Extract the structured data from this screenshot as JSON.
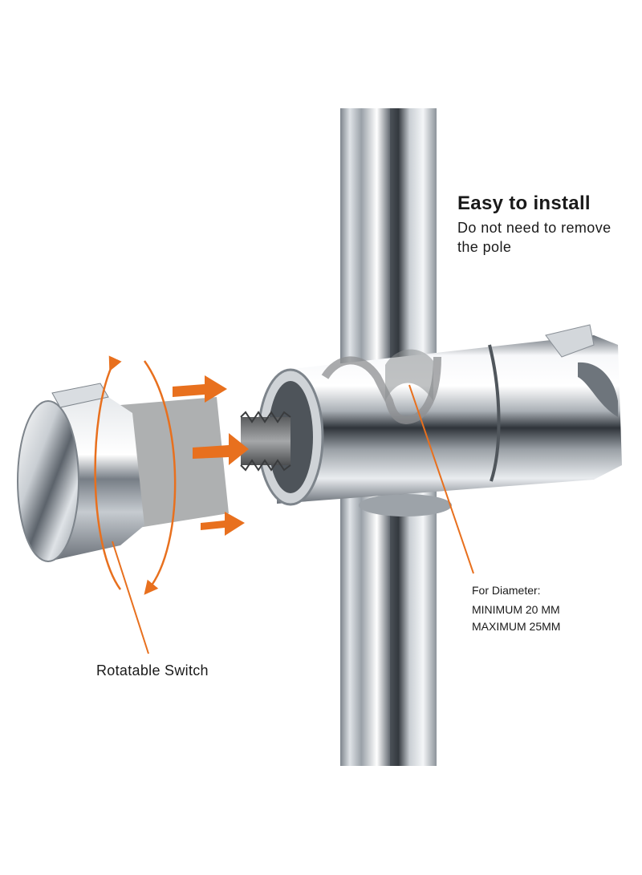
{
  "headline": "Easy to install",
  "subline": [
    "Do not need to remove",
    "the pole"
  ],
  "diameter": {
    "title": "For Diameter:",
    "minimum": "MINIMUM 20 MM",
    "maximum": "MAXIMUM 25MM"
  },
  "switch_label": "Rotatable Switch",
  "colors": {
    "accent_arrow": "#e8701e",
    "chrome_light": "#f4f6f8",
    "chrome_dark": "#6a7078",
    "rubber_gray": "#8d8f91",
    "text": "#1a1a1a"
  }
}
